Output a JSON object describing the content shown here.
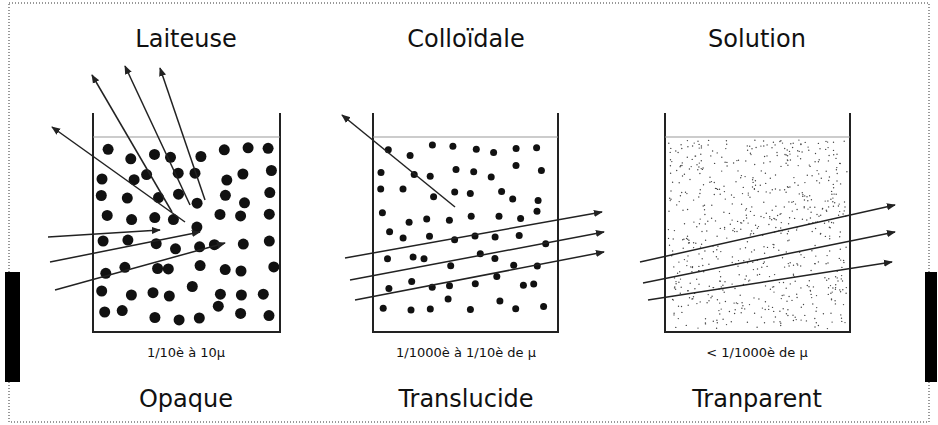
{
  "diagram": {
    "labels": [
      "Laiteuse",
      "Colloïdale",
      "Solution",
      "1/10è à 10μ",
      "1/1000è à 1/10è de μ",
      "< 1/1000è de μ",
      "Opaque",
      "Translucide",
      "Tranparent"
    ]
  }
}
